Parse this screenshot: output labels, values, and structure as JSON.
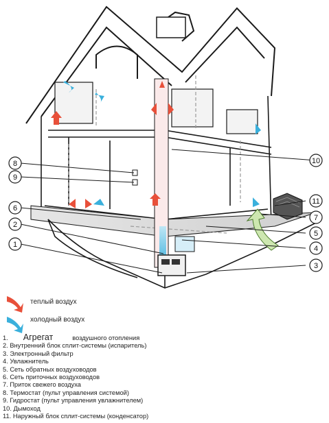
{
  "callouts": [
    "1",
    "2",
    "3",
    "4",
    "5",
    "6",
    "7",
    "8",
    "9",
    "10",
    "11"
  ],
  "legend": {
    "warm": "теплый воздух",
    "cold": "холодный воздух"
  },
  "list": {
    "item1_num": "1.",
    "item1_word": "Агрегат",
    "item1_rest": "воздушного отопления",
    "items": [
      "2. Внутренний блок сплит-системы (испаритель)",
      "3. Электронный фильтр",
      "4. Увлажнитель",
      "5. Сеть обратных воздуховодов",
      "6. Сеть приточных воздуховодов",
      "7. Приток свежего воздуха",
      "8. Термостат (пульт управления системой)",
      "9. Гидростат (пульт управления увлажнителем)",
      "10. Дымоход",
      "11. Наружный блок сплит-системы (конденсатор)"
    ]
  },
  "colors": {
    "warm": "#e8503a",
    "cold": "#3ab0dc",
    "line": "#1a1a1a",
    "floor": "#d9d9d9"
  }
}
